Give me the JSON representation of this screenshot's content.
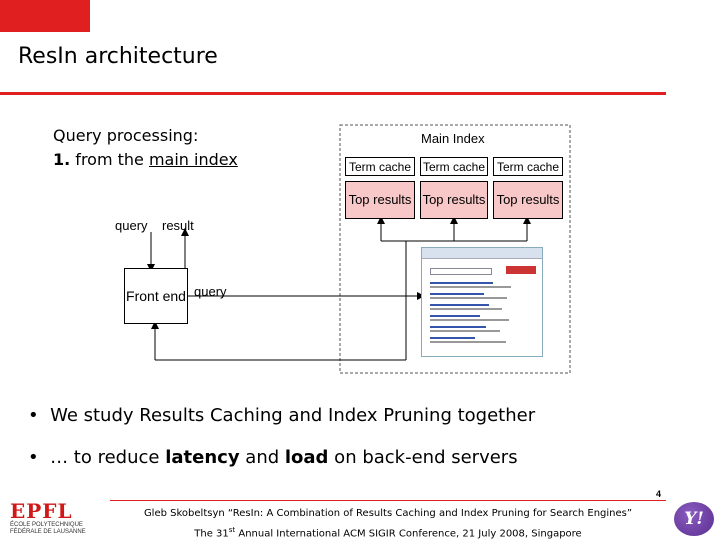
{
  "slide": {
    "title": "ResIn architecture",
    "page_number": "4"
  },
  "text": {
    "heading": "Query processing:",
    "step_number": "1.",
    "step_text_pre": " from the ",
    "step_text_link": "main index"
  },
  "diagram": {
    "main_index_label": "Main Index",
    "term_caches": [
      "Term cache",
      "Term cache",
      "Term cache"
    ],
    "top_results": [
      "Top results",
      "Top results",
      "Top results"
    ],
    "query_label_top": "query",
    "result_label": "result",
    "front_end_label": "Front end",
    "query_label_side": "query"
  },
  "bullets": {
    "items": [
      "We study Results Caching and Index Pruning together",
      "… to reduce latency and load on back-end servers"
    ],
    "b2_pre": "… to reduce ",
    "b2_bold1": "latency",
    "b2_mid": " and ",
    "b2_bold2": "load",
    "b2_post": " on back-end servers"
  },
  "footer": {
    "line1": "Gleb Skobeltsyn “ResIn: A Combination of Results Caching and Index Pruning for Search Engines”",
    "line2_pre": "The 31",
    "line2_sup": "st",
    "line2_post": " Annual International ACM SIGIR Conference, 21 July 2008, Singapore"
  },
  "logos": {
    "left_lines": [
      "EPFL",
      "ÉCOLE POLYTECHNIQUE",
      "FÉDÉRALE DE LAUSANNE"
    ],
    "right": "Y!"
  },
  "colors": {
    "accent_red": "#e02020",
    "top_results_fill": "#f8c8c8",
    "yahoo_purple": "#5a2d91"
  }
}
